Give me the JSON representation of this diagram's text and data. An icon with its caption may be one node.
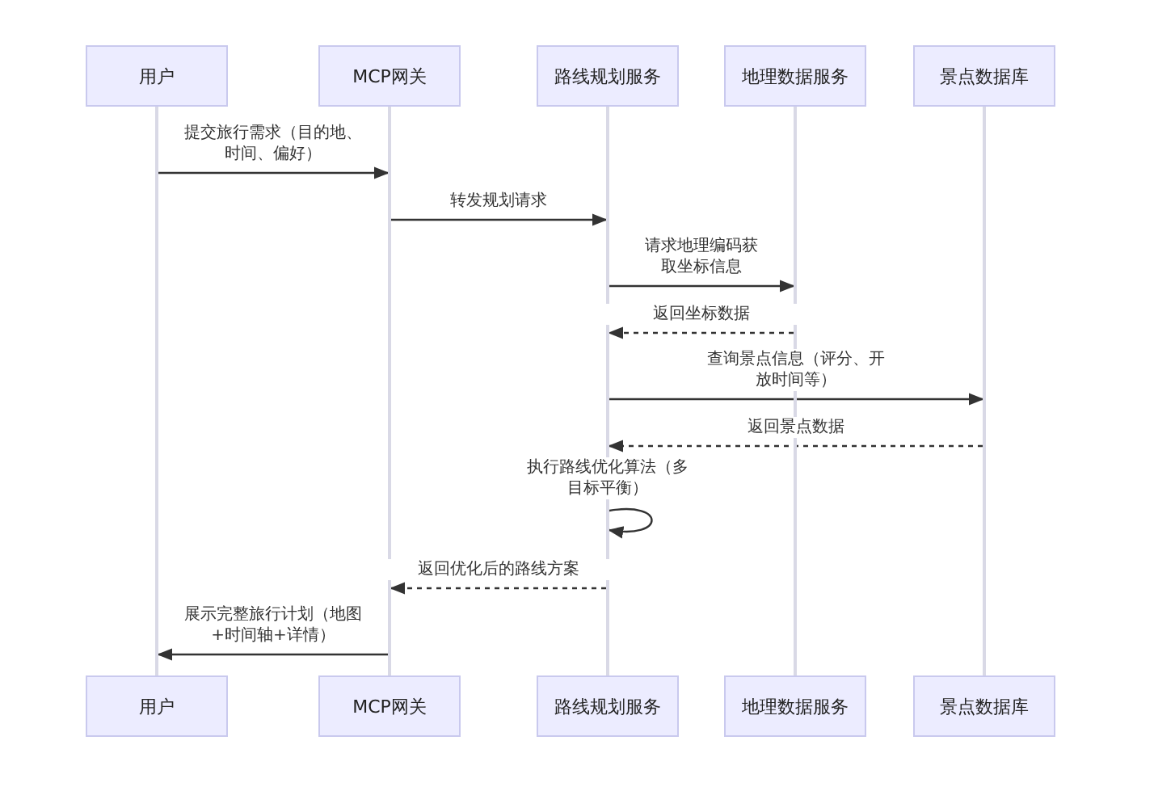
{
  "diagram": {
    "nodes": [
      {
        "text": [
          "用户"
        ]
      },
      {
        "text": [
          "MCP网关"
        ]
      },
      {
        "text": [
          "路线规划服务"
        ]
      },
      {
        "text": [
          "地理数据服务"
        ]
      },
      {
        "text": [
          "景点数据库"
        ]
      },
      {
        "text": [],
        "shape": "bar"
      },
      {
        "text": [],
        "shape": "bar"
      },
      {
        "text": [],
        "shape": "bar"
      },
      {
        "text": [],
        "shape": "bar"
      },
      {
        "text": [],
        "shape": "bar"
      },
      {
        "text": [
          "用户"
        ]
      },
      {
        "text": [
          "MCP网关"
        ]
      },
      {
        "text": [
          "路线规划服务"
        ]
      },
      {
        "text": [
          "地理数据服务"
        ]
      },
      {
        "text": [
          "景点数据库"
        ]
      }
    ],
    "edges": [
      {
        "from": 5,
        "to": 6,
        "arrow": "to",
        "label": "提交旅行需求（目的地、时间、偏好）"
      },
      {
        "from": 6,
        "to": 7,
        "arrow": "to",
        "label": "转发规划请求"
      },
      {
        "from": 7,
        "to": 8,
        "arrow": "to",
        "label": "请求地理编码获取坐标信息"
      },
      {
        "from": 8,
        "to": 7,
        "arrow": "to",
        "label": "返回坐标数据",
        "style": "dashed"
      },
      {
        "from": 7,
        "to": 9,
        "arrow": "to",
        "label": "查询景点信息（评分、开放时间等）"
      },
      {
        "from": 9,
        "to": 7,
        "arrow": "to",
        "label": "返回景点数据",
        "style": "dashed"
      },
      {
        "from": 7,
        "to": 7,
        "arrow": "to",
        "label": "执行路线优化算法（多目标平衡）"
      },
      {
        "from": 7,
        "to": 6,
        "arrow": "to",
        "label": "返回优化后的路线方案",
        "style": "dashed"
      },
      {
        "from": 6,
        "to": 5,
        "arrow": "to",
        "label": "展示完整旅行计划（地图+时间轴+详情）"
      }
    ]
  }
}
